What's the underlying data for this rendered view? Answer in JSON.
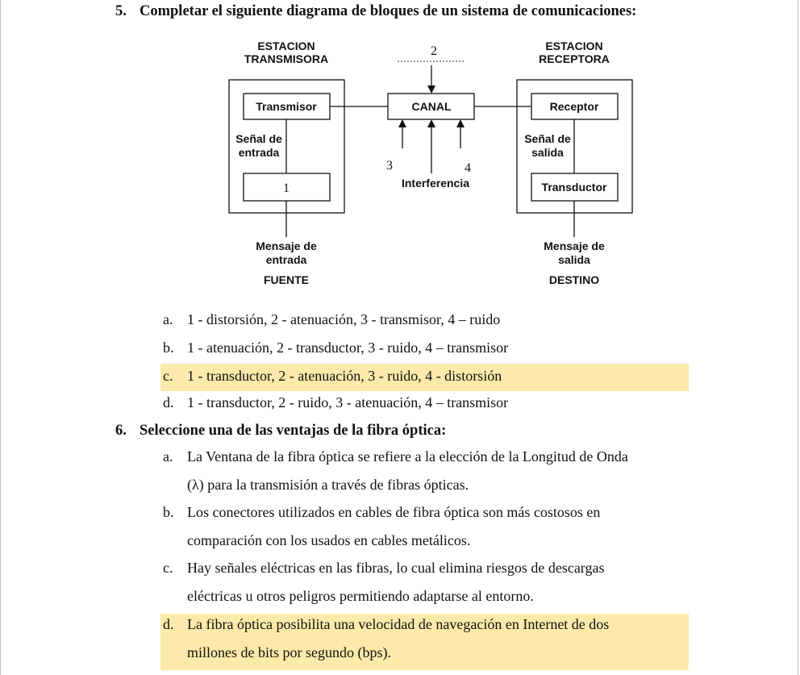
{
  "q5": {
    "number": "5.",
    "title": "Completar el siguiente diagrama de bloques de un sistema de comunicaciones:",
    "diagram": {
      "tx_station_1": "ESTACION",
      "tx_station_2": "TRANSMISORA",
      "rx_station_1": "ESTACION",
      "rx_station_2": "RECEPTORA",
      "transmisor": "Transmisor",
      "canal": "CANAL",
      "receptor": "Receptor",
      "senal_entrada_1": "Señal de",
      "senal_entrada_2": "entrada",
      "senal_salida_1": "Señal de",
      "senal_salida_2": "salida",
      "blank1": "1",
      "blank2": "2",
      "blank3": "3",
      "blank4": "4",
      "interferencia": "Interferencia",
      "transductor": "Transductor",
      "mensaje_entrada_1": "Mensaje de",
      "mensaje_entrada_2": "entrada",
      "mensaje_salida_1": "Mensaje de",
      "mensaje_salida_2": "salida",
      "fuente": "FUENTE",
      "destino": "DESTINO"
    },
    "options": [
      {
        "letter": "a.",
        "text": "1 - distorsión, 2 - atenuación, 3 - transmisor, 4 – ruido"
      },
      {
        "letter": "b.",
        "text": "1 - atenuación, 2 - transductor, 3 - ruido, 4 – transmisor"
      },
      {
        "letter": "c.",
        "text": "1 - transductor, 2 - atenuación, 3 - ruido, 4 - distorsión"
      },
      {
        "letter": "d.",
        "text": "1 - transductor, 2 - ruido, 3 - atenuación, 4 – transmisor"
      }
    ]
  },
  "q6": {
    "number": "6.",
    "title": "Seleccione una de las ventajas de la fibra óptica:",
    "options": [
      {
        "letter": "a.",
        "line1": "La Ventana de la fibra óptica se refiere a la elección de la Longitud de Onda",
        "line2": "(λ) para la transmisión a través de fibras ópticas."
      },
      {
        "letter": "b.",
        "line1": "Los conectores utilizados en cables de fibra óptica son más costosos en",
        "line2": "comparación con los usados en cables metálicos."
      },
      {
        "letter": "c.",
        "line1": "Hay señales eléctricas en las fibras, lo cual elimina riesgos de descargas",
        "line2": "eléctricas u otros peligros permitiendo adaptarse al entorno."
      },
      {
        "letter": "d.",
        "line1": "La fibra óptica posibilita una velocidad de navegación en Internet de dos",
        "line2": "millones de bits por segundo (bps)."
      }
    ]
  },
  "highlight_color": "#fde9a9"
}
